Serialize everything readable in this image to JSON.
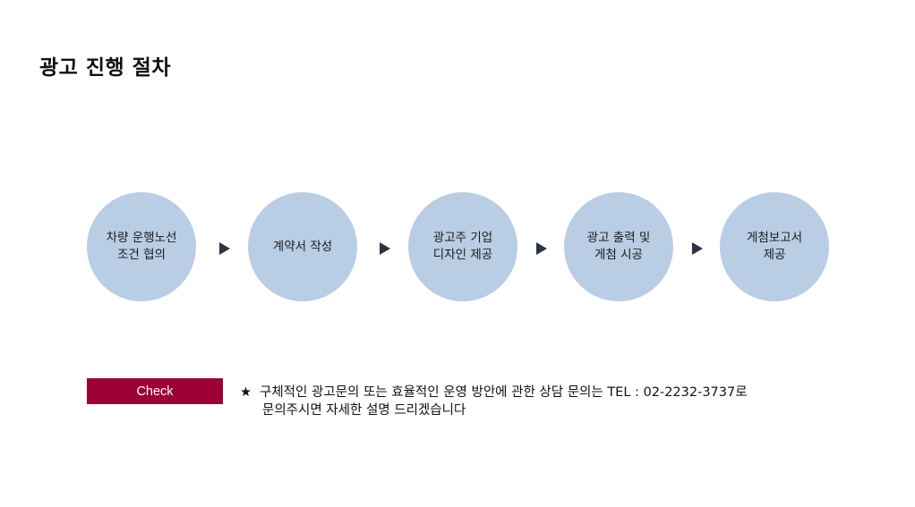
{
  "title": "광고 진행 절차",
  "steps": [
    {
      "line1": "차량 운행노선",
      "line2": "조건 협의"
    },
    {
      "line1": "계약서 작성",
      "line2": ""
    },
    {
      "line1": "광고주 기업",
      "line2": "디자인 제공"
    },
    {
      "line1": "광고 출력 및",
      "line2": "게첨 시공"
    },
    {
      "line1": "게첨보고서",
      "line2": "제공"
    }
  ],
  "check": {
    "label": "Check",
    "star": "★",
    "line1": "구체적인 광고문의 또는 효율적인 운영 방안에 관한  상담 문의는  TEL : 02-2232-3737로",
    "line2": "문의주시면 자세한 설명 드리겠습니다"
  },
  "colors": {
    "circle": "#b9cde4",
    "arrow": "#2b3440",
    "check_badge": "#9c0034"
  }
}
